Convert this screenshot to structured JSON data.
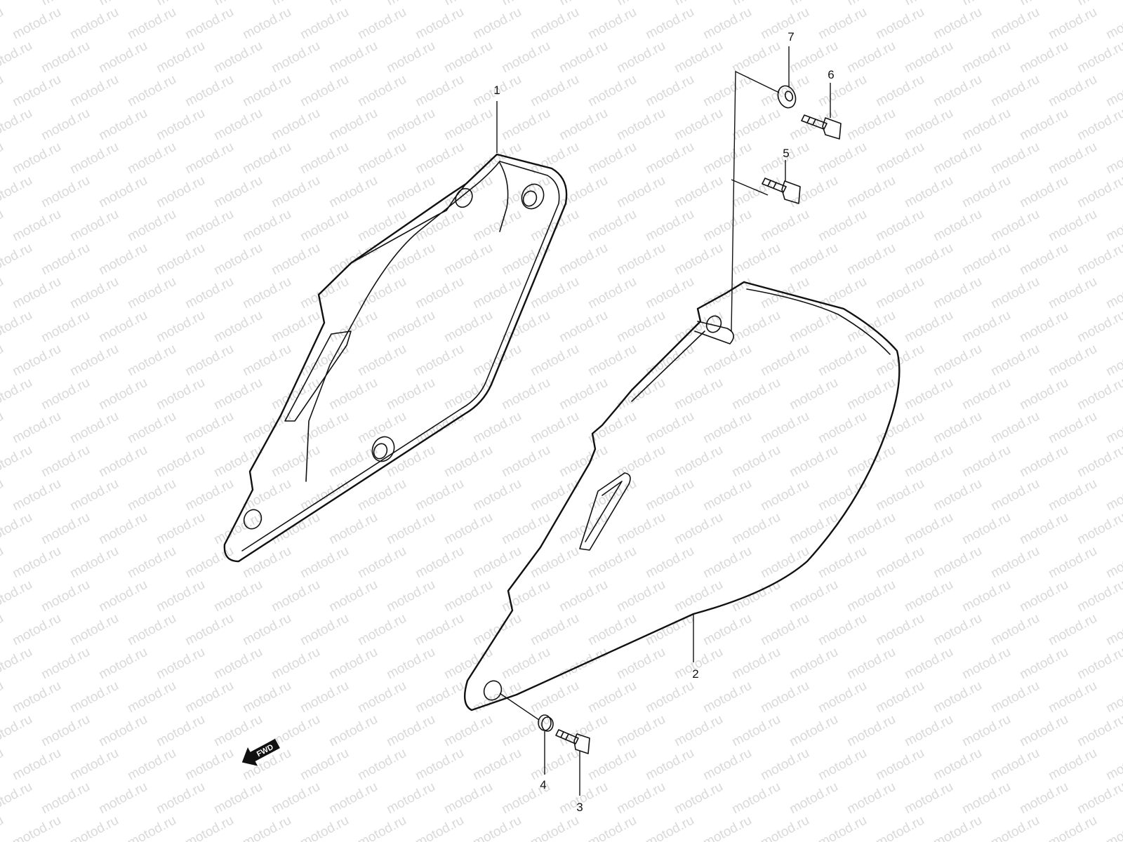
{
  "watermark": {
    "text": "motod.ru",
    "color": "#d9d9d9"
  },
  "callouts": [
    {
      "id": "1",
      "label": "1"
    },
    {
      "id": "2",
      "label": "2"
    },
    {
      "id": "3",
      "label": "3"
    },
    {
      "id": "4",
      "label": "4"
    },
    {
      "id": "5",
      "label": "5"
    },
    {
      "id": "6",
      "label": "6"
    },
    {
      "id": "7",
      "label": "7"
    }
  ],
  "direction_arrow": {
    "label": "FWD",
    "icon": "arrow-left-icon"
  },
  "colors": {
    "line": "#111111",
    "background": "#ffffff"
  }
}
